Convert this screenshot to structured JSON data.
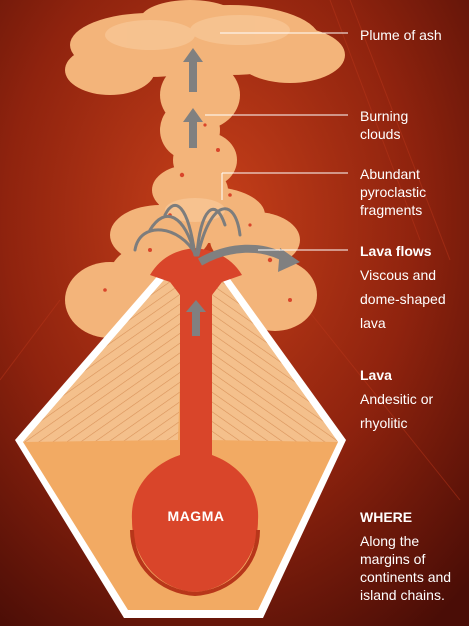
{
  "labels": {
    "plume": "Plume of ash",
    "burning_1": "Burning",
    "burning_2": "clouds",
    "abundant_1": "Abundant",
    "abundant_2": "pyroclastic",
    "abundant_3": "fragments",
    "lava_flows_title": "Lava flows",
    "lava_flows_1": "Viscous and",
    "lava_flows_2": "dome-shaped",
    "lava_flows_3": "lava",
    "lava_title": "Lava",
    "lava_1": "Andesitic or",
    "lava_2": "rhyolitic",
    "where_title": "WHERE",
    "where_1": "Along the",
    "where_2": "margins of",
    "where_3": "continents and",
    "where_4": "island chains.",
    "magma": "MAGMA"
  },
  "colors": {
    "background": "#7a1a0a",
    "ash": "#f3b47a",
    "volcano_face": "#f2aa63",
    "magma": "#d9452a",
    "arrow": "#808080",
    "text": "#ffffff"
  }
}
